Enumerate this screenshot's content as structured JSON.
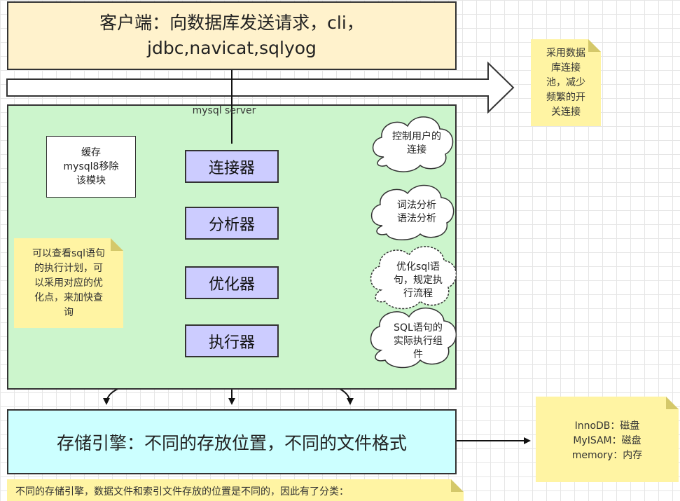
{
  "client": {
    "line1": "客户端：向数据库发送请求，cli，",
    "line2": "jdbc,navicat,sqlyog"
  },
  "server": {
    "title": "mysql server",
    "cache_note": {
      "line1": "缓存",
      "line2": "mysql8移除",
      "line3": "该模块"
    },
    "processors": [
      {
        "label": "连接器"
      },
      {
        "label": "分析器"
      },
      {
        "label": "优化器"
      },
      {
        "label": "执行器"
      }
    ]
  },
  "clouds": [
    {
      "lines": [
        "控制用户的",
        "连接"
      ]
    },
    {
      "lines": [
        "词法分析",
        "语法分析"
      ]
    },
    {
      "lines": [
        "优化sql语",
        "句，规定执",
        "行流程"
      ]
    },
    {
      "lines": [
        "SQL语句的",
        "实际执行组",
        "件"
      ]
    }
  ],
  "notes": {
    "pool": [
      "采用数据",
      "库连接",
      "池，减少",
      "频繁的开",
      "关连接"
    ],
    "optimizer": [
      "可以查看sql语句",
      "的执行计划，可",
      "以采用对应的优",
      "化点，来加快查",
      "询"
    ],
    "engines": [
      "InnoDB：磁盘",
      "MyISAM：磁盘",
      "memory：内存"
    ],
    "bottom": "不同的存储引擎，数据文件和索引文件存放的位置是不同的，因此有了分类："
  },
  "storage": {
    "label": "存储引擎：不同的存放位置，不同的文件格式"
  }
}
